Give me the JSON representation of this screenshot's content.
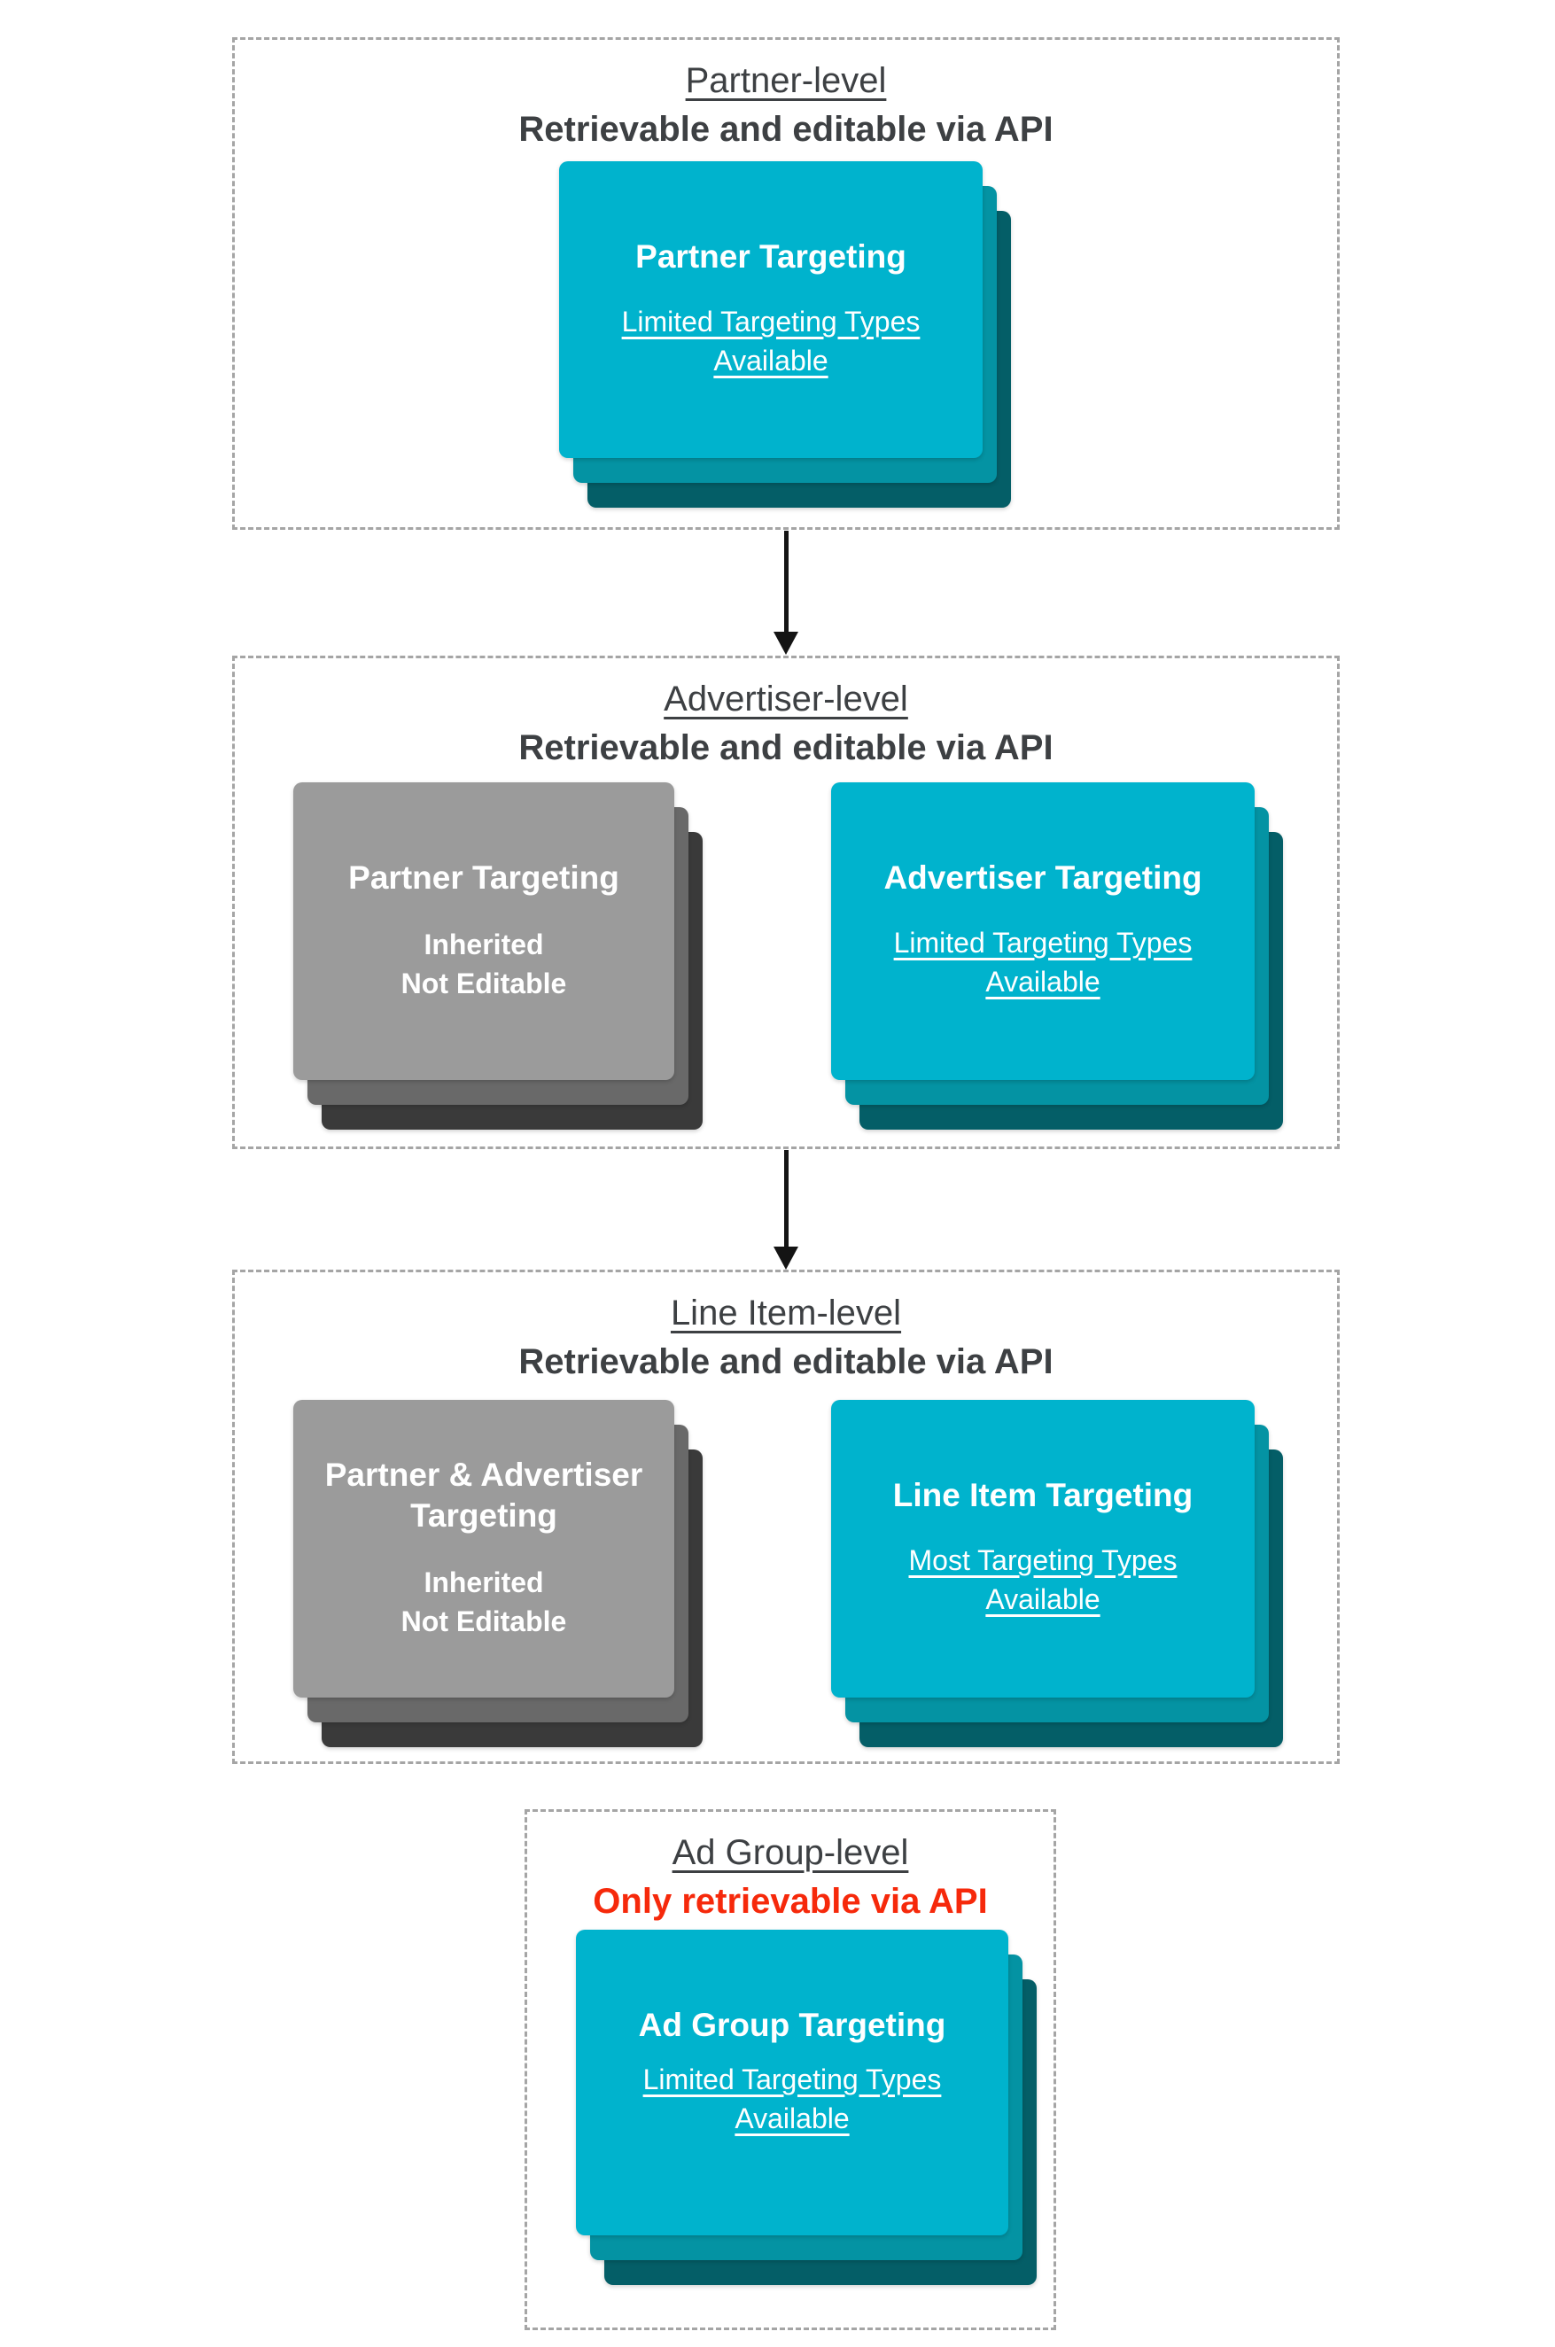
{
  "colors": {
    "teal_front": "#00B3CD",
    "teal_mid": "#0493A3",
    "teal_back": "#045E67",
    "gray_front": "#9B9B9B",
    "gray_mid": "#696969",
    "gray_back": "#3A3A3A",
    "heading_text": "#3D4043",
    "red_text": "#F6290B",
    "dashed_border": "#A5A5A5",
    "arrow": "#141414"
  },
  "sections": [
    {
      "title": "Partner-level",
      "subtitle": "Retrievable and editable via API",
      "cards": [
        {
          "variant": "teal",
          "title": "Partner Targeting",
          "subtitle": "Limited Targeting Types Available"
        }
      ]
    },
    {
      "title": "Advertiser-level",
      "subtitle": "Retrievable and editable via API",
      "cards": [
        {
          "variant": "gray",
          "title": "Partner Targeting",
          "lines": [
            "Inherited",
            "Not Editable"
          ]
        },
        {
          "variant": "teal",
          "title": "Advertiser Targeting",
          "subtitle": "Limited Targeting Types Available"
        }
      ]
    },
    {
      "title": "Line Item-level",
      "subtitle": "Retrievable and editable via API",
      "cards": [
        {
          "variant": "gray",
          "title": "Partner & Advertiser Targeting",
          "lines": [
            "Inherited",
            "Not Editable"
          ]
        },
        {
          "variant": "teal",
          "title": "Line Item Targeting",
          "subtitle": "Most Targeting Types Available"
        }
      ]
    },
    {
      "title": "Ad Group-level",
      "subtitle": "Only retrievable via API",
      "cards": [
        {
          "variant": "teal",
          "title": "Ad Group Targeting",
          "subtitle": "Limited Targeting Types Available"
        }
      ]
    }
  ]
}
